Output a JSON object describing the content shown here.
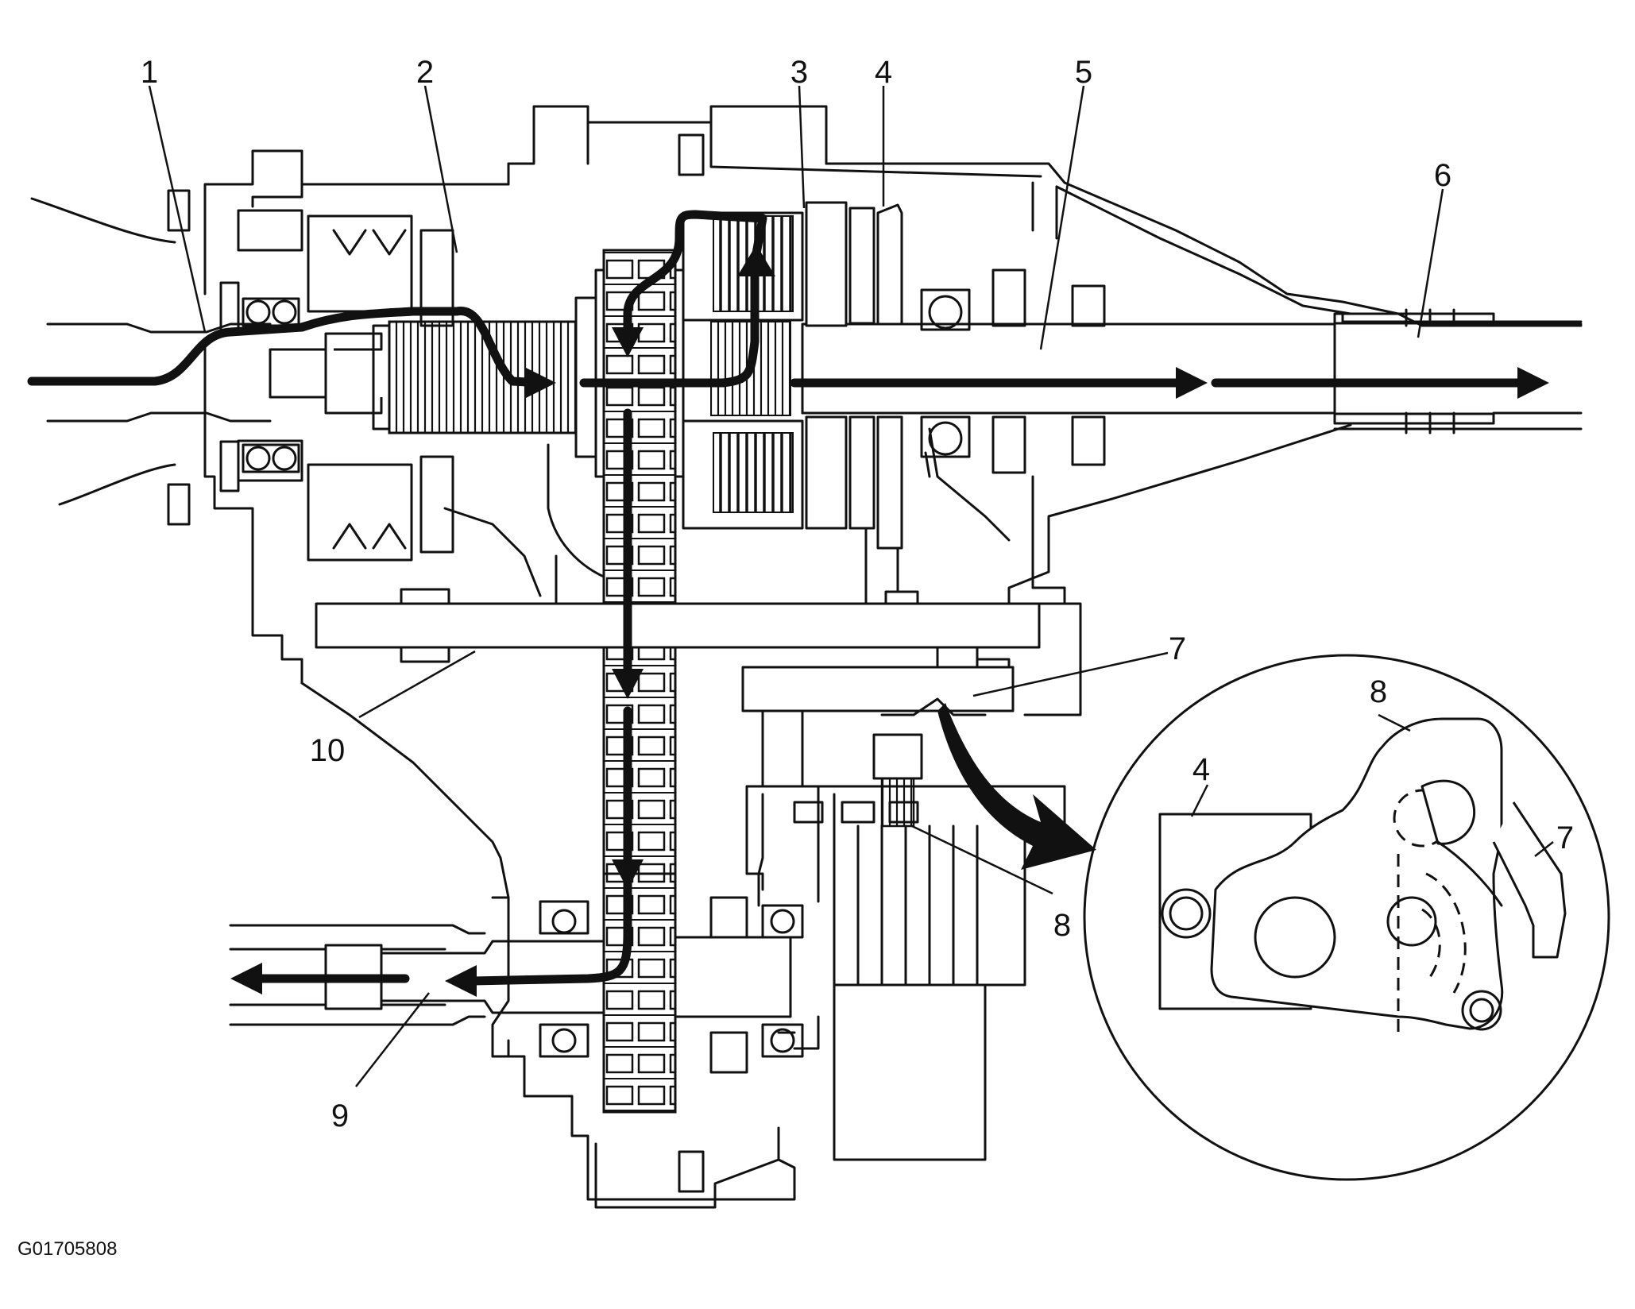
{
  "callouts": {
    "c1": "1",
    "c2": "2",
    "c3": "3",
    "c4": "4",
    "c5": "5",
    "c6": "6",
    "c7": "7",
    "c8": "8",
    "c9": "9",
    "c10": "10",
    "d4": "4",
    "d7": "7",
    "d8": "8"
  },
  "figure_id": "G01705808"
}
